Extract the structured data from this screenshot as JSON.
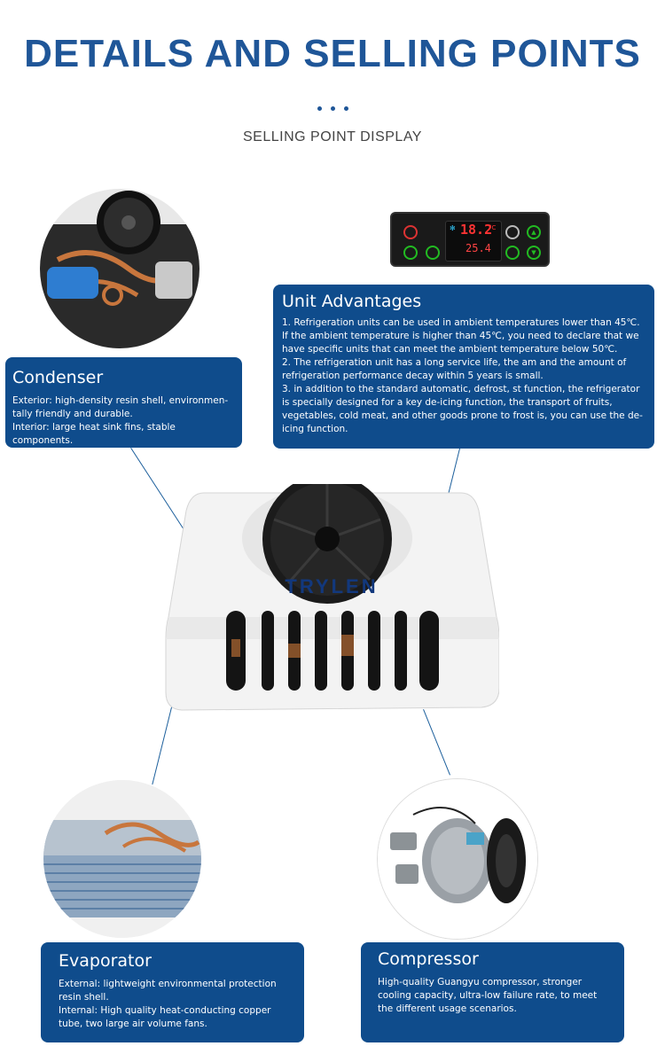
{
  "header": {
    "title": "DETAILS AND SELLING POINTS",
    "subtitle": "SELLING POINT DISPLAY"
  },
  "panel": {
    "top_value": "18.2",
    "top_unit": "°C",
    "bottom_value": "25.4"
  },
  "unit": {
    "brand": "TRYLEN"
  },
  "advantages": {
    "title": "Unit Advantages",
    "p1": "1. Refrigeration units can be used in ambient temperatures lower than 45℃. If the ambient temperature is higher than 45℃, you need to declare that we have specific units that can meet the ambient temperature below 50℃.",
    "p2": "2. The refrigeration unit has a long service life, the am and the amount of refrigeration performance decay within 5 years is small.",
    "p3": "3. in addition to the standard automatic, defrost, st function, the refrigerator is specially designed for a key de-icing function, the transport of fruits, vegetables, cold meat, and other goods prone to frost is, you can use the de-icing function."
  },
  "condenser": {
    "title": "Condenser",
    "exterior": "Exterior: high-density resin shell, environmen-tally friendly and durable.",
    "interior": "Interior: large heat sink fins, stable components."
  },
  "evaporator": {
    "title": "Evaporator",
    "external": "External: lightweight environmental protection resin shell.",
    "internal": "Internal: High quality heat-conducting copper tube, two large air volume fans."
  },
  "compressor": {
    "title": "Compressor",
    "desc": "High-quality Guangyu compressor, stronger cooling capacity, ultra-low failure rate, to meet the different usage scenarios."
  },
  "colors": {
    "brand_blue": "#1f5698",
    "box_blue": "#0f4c8c"
  }
}
